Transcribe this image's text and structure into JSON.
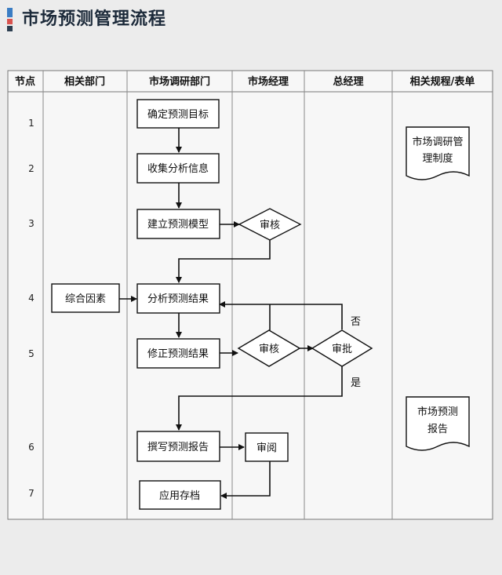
{
  "title": "市场预测管理流程",
  "colors": {
    "accent_blue": "#3b7dc4",
    "accent_red": "#d9534f",
    "accent_dark": "#2c3e50",
    "grid": "#777777",
    "table_bg": "#f7f7f7"
  },
  "columns": [
    "节点",
    "相关部门",
    "市场调研部门",
    "市场经理",
    "总经理",
    "相关规程/表单"
  ],
  "nodes": [
    "1",
    "2",
    "3",
    "4",
    "5",
    "6",
    "7"
  ],
  "steps": {
    "confirm_target": "确定预测目标",
    "collect_info": "收集分析信息",
    "build_model": "建立预测模型",
    "review_1": "审核",
    "comprehensive_factors": "综合因素",
    "analyze_result": "分析预测结果",
    "revise_result": "修正预测结果",
    "review_2": "审核",
    "approve": "审批",
    "write_report": "撰写预测报告",
    "read_review": "审阅",
    "apply_archive": "应用存档"
  },
  "labels": {
    "no": "否",
    "yes": "是"
  },
  "documents": {
    "doc1_line1": "市场调研管",
    "doc1_line2": "理制度",
    "doc2_line1": "市场预测",
    "doc2_line2": "报告"
  }
}
